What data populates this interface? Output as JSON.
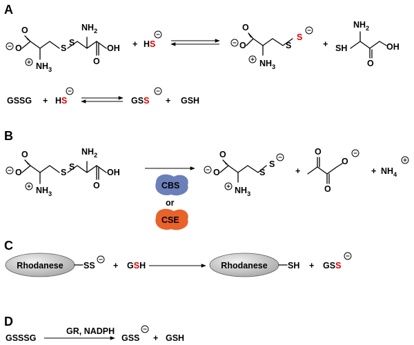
{
  "colors": {
    "highlight_S": "#e00000",
    "cbs_blob": "#6b7fb8",
    "cse_blob": "#e8622a",
    "rhodanese_fill": "#cfcfcf"
  },
  "panels": {
    "a": {
      "label": "A",
      "reaction1": {
        "plus1": "+",
        "hs_H": "H",
        "hs_S": "S",
        "plus2": "+",
        "sh": "SH",
        "oh": "OH",
        "nh2": "NH",
        "nh2_sub": "2",
        "nh3": "NH",
        "nh3_sub": "3",
        "s": "S"
      },
      "reaction2": {
        "gssg": "GSSG",
        "plus1": "+",
        "hs_H": "H",
        "hs_S": "S",
        "gss_a": "GS",
        "gss_b": "S",
        "plus2": "+",
        "gsh": "GSH"
      }
    },
    "b": {
      "label": "B",
      "cbs": "CBS",
      "or": "or",
      "cse": "CSE",
      "plus1": "+",
      "plus2": "+",
      "nh4": "NH",
      "nh4_sub": "4",
      "oh": "OH",
      "nh2": "NH",
      "nh2_sub": "2",
      "nh3": "NH",
      "nh3_sub": "3",
      "s": "S"
    },
    "c": {
      "label": "C",
      "enzyme": "Rhodanese",
      "ss": "SS",
      "plus1": "+",
      "gsh_G": "G",
      "gsh_S": "S",
      "gsh_H": "H",
      "sh": "SH",
      "plus2": "+",
      "gss_G": "G",
      "gss_S1": "S",
      "gss_S2": "S"
    },
    "d": {
      "label": "D",
      "gsssg": "GSSSG",
      "conditions": "GR, NADPH",
      "gss": "GSS",
      "plus": "+",
      "gsh": "GSH"
    }
  }
}
